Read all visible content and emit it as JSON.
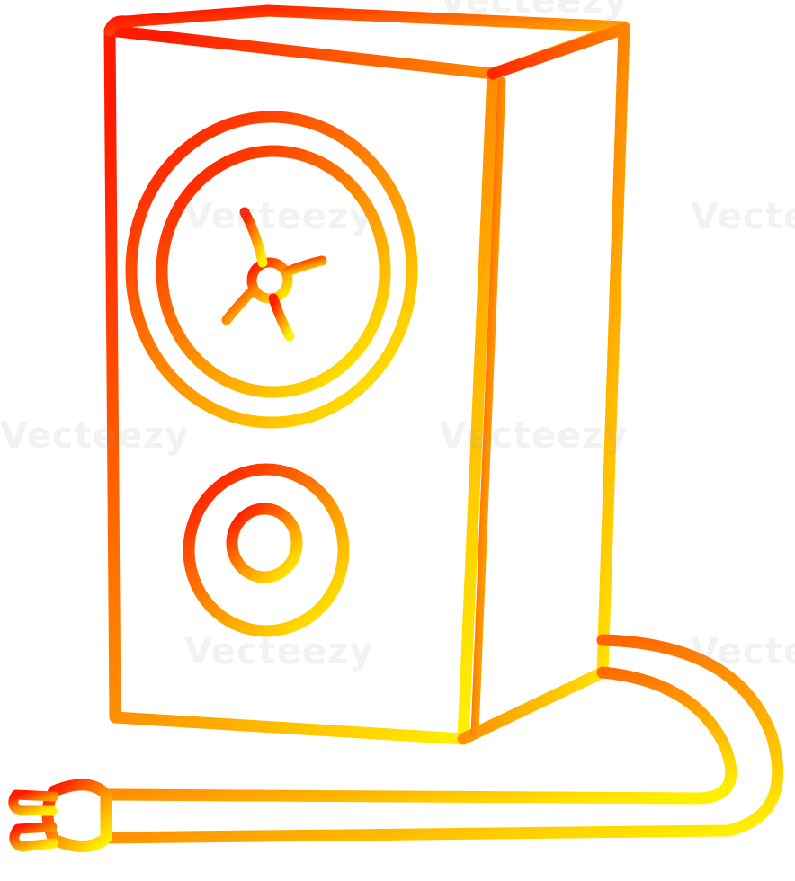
{
  "illustration": {
    "subject": "speaker-cabinet-with-power-cord",
    "style": "hand-drawn outline cartoon",
    "stroke_gradient": {
      "start_color": "#ff1a00",
      "mid_color": "#ff8c00",
      "end_color": "#ffee00"
    },
    "background_color": "#ffffff"
  },
  "watermark": {
    "text": "Vecteezy",
    "color": "#a0a0a0"
  }
}
